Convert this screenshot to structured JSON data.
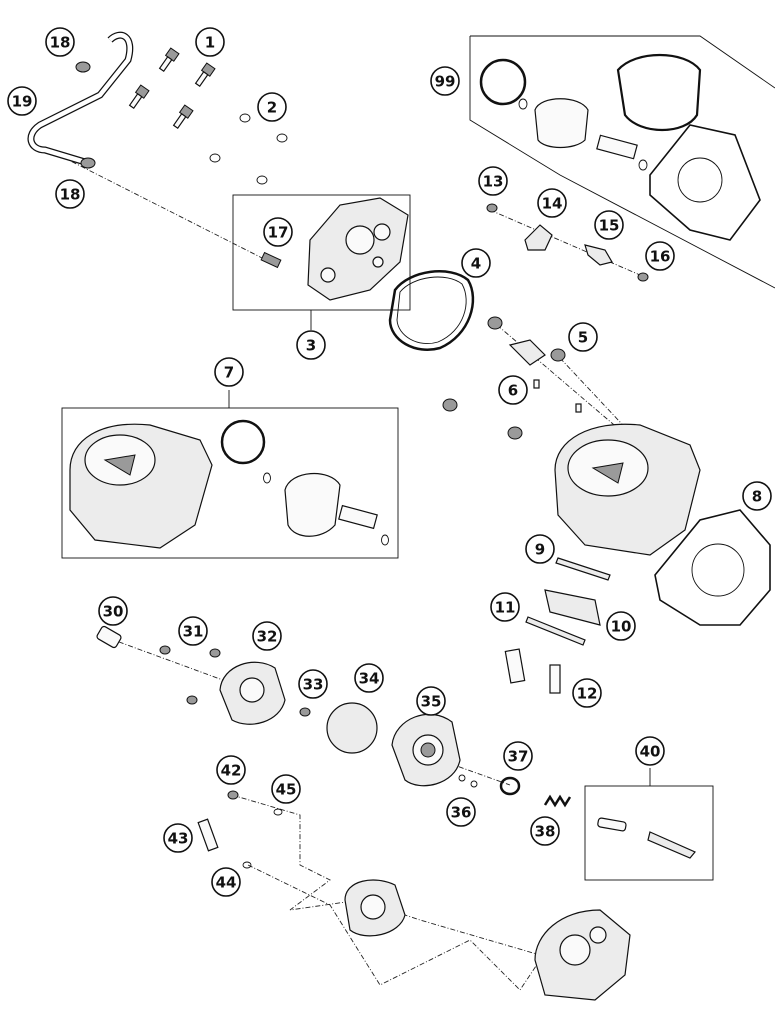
{
  "diagram": {
    "type": "exploded-parts-diagram",
    "callouts": [
      {
        "id": "c1",
        "label": "1"
      },
      {
        "id": "c2",
        "label": "2"
      },
      {
        "id": "c3",
        "label": "3"
      },
      {
        "id": "c4",
        "label": "4"
      },
      {
        "id": "c5",
        "label": "5"
      },
      {
        "id": "c6",
        "label": "6"
      },
      {
        "id": "c7",
        "label": "7"
      },
      {
        "id": "c8",
        "label": "8"
      },
      {
        "id": "c9",
        "label": "9"
      },
      {
        "id": "c10",
        "label": "10"
      },
      {
        "id": "c11",
        "label": "11"
      },
      {
        "id": "c12",
        "label": "12"
      },
      {
        "id": "c13",
        "label": "13"
      },
      {
        "id": "c14",
        "label": "14"
      },
      {
        "id": "c15",
        "label": "15"
      },
      {
        "id": "c16",
        "label": "16"
      },
      {
        "id": "c17",
        "label": "17"
      },
      {
        "id": "c18a",
        "label": "18"
      },
      {
        "id": "c18b",
        "label": "18"
      },
      {
        "id": "c19",
        "label": "19"
      },
      {
        "id": "c30",
        "label": "30"
      },
      {
        "id": "c31",
        "label": "31"
      },
      {
        "id": "c32",
        "label": "32"
      },
      {
        "id": "c33",
        "label": "33"
      },
      {
        "id": "c34",
        "label": "34"
      },
      {
        "id": "c35",
        "label": "35"
      },
      {
        "id": "c36",
        "label": "36"
      },
      {
        "id": "c37",
        "label": "37"
      },
      {
        "id": "c38",
        "label": "38"
      },
      {
        "id": "c40",
        "label": "40"
      },
      {
        "id": "c42",
        "label": "42"
      },
      {
        "id": "c43",
        "label": "43"
      },
      {
        "id": "c44",
        "label": "44"
      },
      {
        "id": "c45",
        "label": "45"
      },
      {
        "id": "c99",
        "label": "99"
      }
    ]
  }
}
